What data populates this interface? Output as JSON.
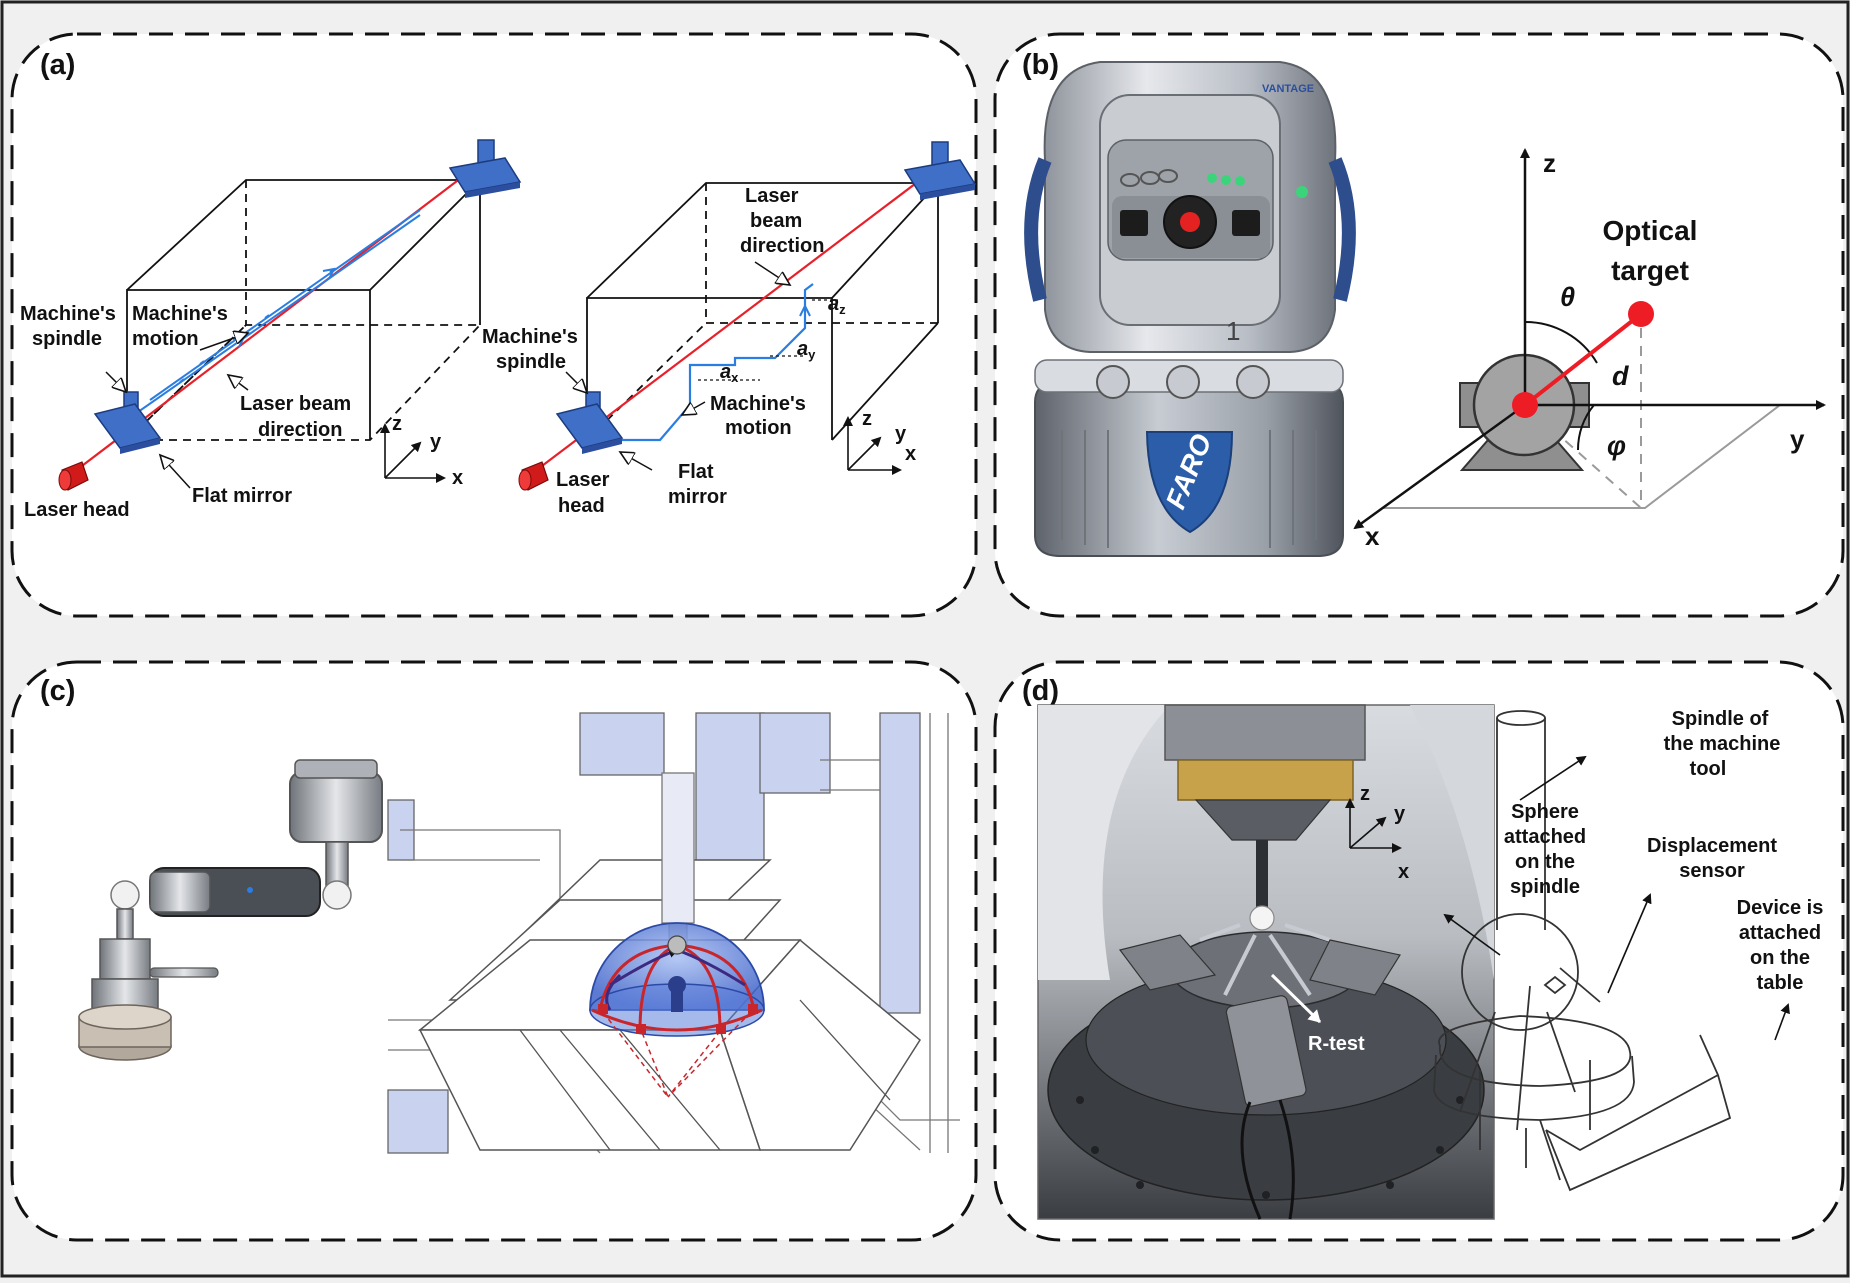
{
  "panels": {
    "a": {
      "tag": "(a)",
      "left": {
        "spindle": [
          "Machine's",
          "spindle"
        ],
        "motion": [
          "Machine's",
          "motion"
        ],
        "beam": [
          "Laser beam",
          "direction"
        ],
        "mirror": "Flat mirror",
        "head": "Laser head",
        "axes": {
          "x": "x",
          "y": "y",
          "z": "z"
        }
      },
      "right": {
        "spindle": [
          "Machine's",
          "spindle"
        ],
        "beam": [
          "Laser",
          "beam",
          "direction"
        ],
        "motion": [
          "Machine's",
          "motion"
        ],
        "mirror": [
          "Flat",
          "mirror"
        ],
        "head": [
          "Laser",
          "head"
        ],
        "ax": "a",
        "ax_sub": "x",
        "ay": "a",
        "ay_sub": "y",
        "az": "a",
        "az_sub": "z",
        "axes": {
          "x": "x",
          "y": "y",
          "z": "z"
        }
      }
    },
    "b": {
      "tag": "(b)",
      "brand": "FARO",
      "model": "VANTAGE",
      "unit_number": "1",
      "target": [
        "Optical",
        "target"
      ],
      "theta": "θ",
      "phi": "φ",
      "dist": "d",
      "axes": {
        "x": "x",
        "y": "y",
        "z": "z"
      }
    },
    "c": {
      "tag": "(c)"
    },
    "d": {
      "tag": "(d)",
      "rtest": "R-test",
      "spindle": [
        "Spindle of",
        "the machine",
        "tool"
      ],
      "sphere": [
        "Sphere",
        "attached",
        "on the",
        "spindle"
      ],
      "sensor": [
        "Displacement",
        "sensor"
      ],
      "device": [
        "Device is",
        "attached",
        "on the",
        "table"
      ],
      "axes": {
        "x": "x",
        "y": "y",
        "z": "z"
      }
    }
  },
  "colors": {
    "laser": "#e8202a",
    "motion": "#2a7de1",
    "mirror": "#3f6fc6",
    "head": "#d11b1b",
    "target": "#ee1c25"
  }
}
